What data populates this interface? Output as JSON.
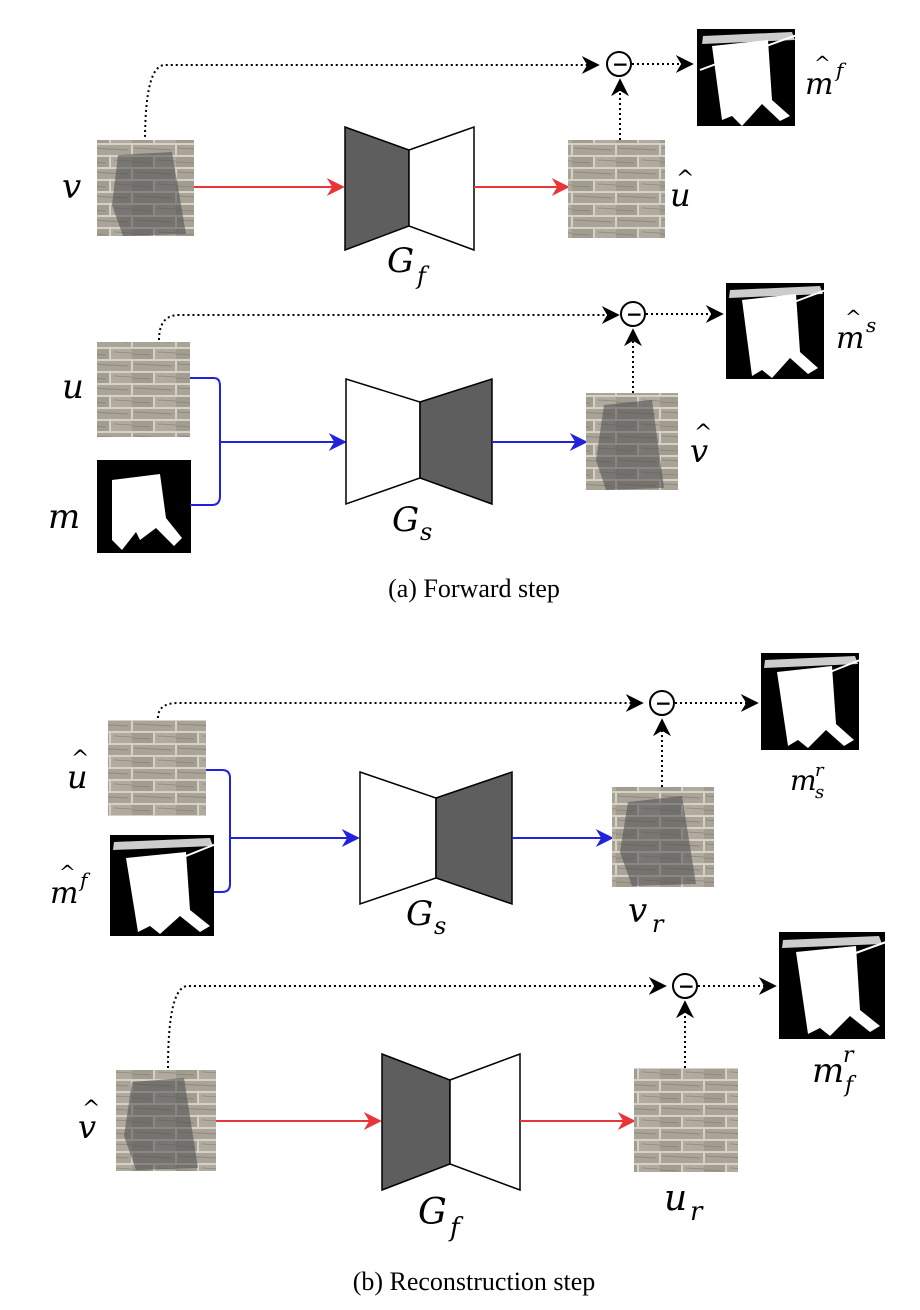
{
  "forward": {
    "caption": "(a) Forward step",
    "top": {
      "input_label": "v",
      "output_label": "u",
      "generator": {
        "name": "G",
        "sub": "f"
      },
      "mask_label": {
        "name": "m",
        "sup": "f"
      }
    },
    "bottom": {
      "input_label": "u",
      "mask_input_label": "m",
      "output_label": "v",
      "generator": {
        "name": "G",
        "sub": "s"
      },
      "mask_label": {
        "name": "m",
        "sup": "s"
      }
    }
  },
  "reconstruction": {
    "caption": "(b) Reconstruction step",
    "top": {
      "input_label": "u",
      "mask_input_label": {
        "name": "m",
        "sup": "f"
      },
      "output_label": {
        "name": "v",
        "sub": "r"
      },
      "generator": {
        "name": "G",
        "sub": "s"
      },
      "mask_label": {
        "name": "m",
        "sup": "r",
        "sub": "s"
      }
    },
    "bottom": {
      "input_label": "v",
      "output_label": {
        "name": "u",
        "sub": "r"
      },
      "generator": {
        "name": "G",
        "sub": "f"
      },
      "mask_label": {
        "name": "m",
        "sup": "r",
        "sub": "f"
      }
    }
  },
  "symbols": {
    "hat": "^",
    "minus": "−"
  },
  "colors": {
    "red_arrow": "#e8353a",
    "blue_arrow": "#2222dd",
    "dark_block": "#5e5e5e",
    "brick": "#a8a296",
    "mortar": "#d6d1c6",
    "shadow": "#4a4a4e"
  }
}
